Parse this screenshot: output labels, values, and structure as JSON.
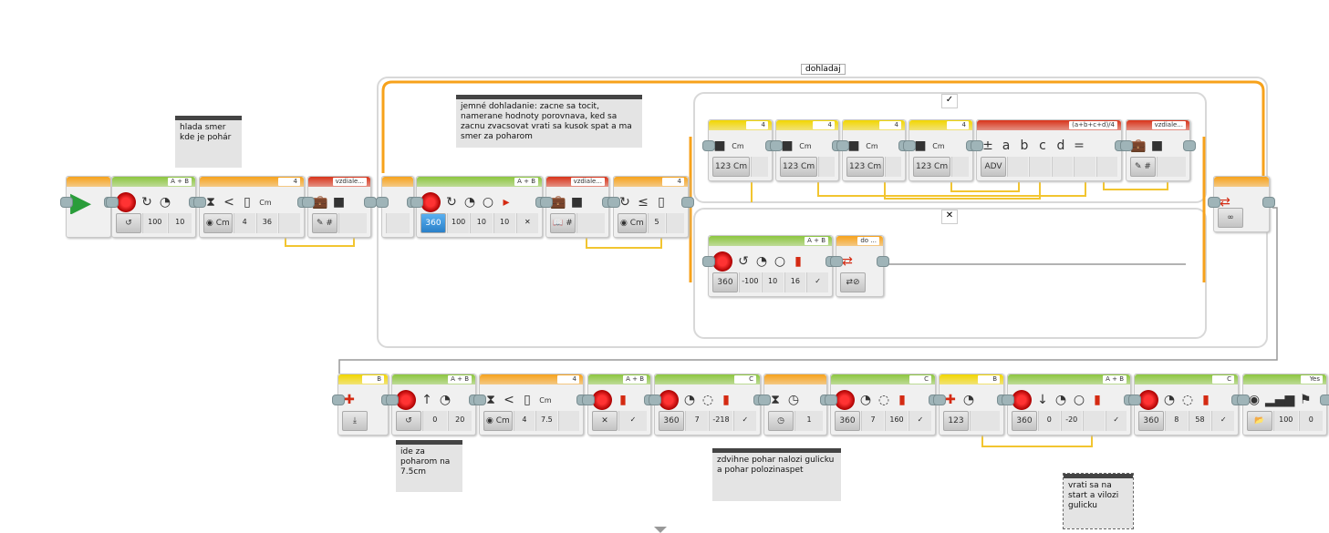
{
  "colors": {
    "action": "#8cc63f",
    "flow": "#f7a21b",
    "sensor": "#f2d600",
    "data": "#d8331a",
    "wire": "#f2c530"
  },
  "loop": {
    "label": "dohladaj",
    "end_mode": "∞"
  },
  "switch": {
    "case_true": "✓",
    "case_false": "✕"
  },
  "blocks": [
    {
      "id": "start",
      "cat": "flow",
      "header": "",
      "icons": [
        "play"
      ],
      "mode": "",
      "params": []
    },
    {
      "id": "steer1",
      "cat": "action",
      "header": "A + B",
      "icons": [
        "motor",
        "↻",
        "◔"
      ],
      "mode": "↺",
      "params": [
        "100",
        "10"
      ]
    },
    {
      "id": "wait1",
      "cat": "flow",
      "header": "4",
      "icons": [
        "⧗",
        "<",
        "▯",
        "Cm"
      ],
      "mode": "◉ Cm",
      "params": [
        "4",
        "36",
        " "
      ]
    },
    {
      "id": "var1",
      "cat": "data",
      "header": "vzdiale...",
      "icons": [
        "💼",
        "■"
      ],
      "mode": "✎ #",
      "params": [
        " "
      ]
    },
    {
      "id": "loopstart",
      "cat": "flow",
      "header": "",
      "icons": [],
      "mode": "",
      "params": [
        " "
      ]
    },
    {
      "id": "steer2",
      "cat": "action",
      "header": "A + B",
      "icons": [
        "motor",
        "↻",
        "◔",
        "○",
        "▸"
      ],
      "mode": "360",
      "modeStyle": "blue",
      "params": [
        "100",
        "10",
        "10",
        "✕"
      ]
    },
    {
      "id": "var2",
      "cat": "data",
      "header": "vzdiale...",
      "icons": [
        "💼",
        "■"
      ],
      "mode": "📖 #",
      "params": [
        " "
      ]
    },
    {
      "id": "switch1",
      "cat": "flow",
      "header": "4",
      "icons": [
        "↻",
        "≤",
        "▯"
      ],
      "mode": "◉ Cm",
      "params": [
        "5",
        " "
      ]
    },
    {
      "id": "us1",
      "cat": "sensor",
      "header": "4",
      "icons": [
        "■",
        "Cm"
      ],
      "mode": "123 Cm",
      "params": [
        " "
      ]
    },
    {
      "id": "us2",
      "cat": "sensor",
      "header": "4",
      "icons": [
        "■",
        "Cm"
      ],
      "mode": "123 Cm",
      "params": [
        " "
      ]
    },
    {
      "id": "us3",
      "cat": "sensor",
      "header": "4",
      "icons": [
        "■",
        "Cm"
      ],
      "mode": "123 Cm",
      "params": [
        " "
      ]
    },
    {
      "id": "us4",
      "cat": "sensor",
      "header": "4",
      "icons": [
        "■",
        "Cm"
      ],
      "mode": "123 Cm",
      "params": [
        " "
      ]
    },
    {
      "id": "math",
      "cat": "data",
      "header": "(a+b+c+d)/4",
      "icons": [
        "±",
        "a",
        "b",
        "c",
        "d",
        "="
      ],
      "mode": "ADV",
      "params": [
        " ",
        " ",
        " ",
        " ",
        " "
      ]
    },
    {
      "id": "var3",
      "cat": "data",
      "header": "vzdiale...",
      "icons": [
        "💼",
        "■"
      ],
      "mode": "✎ #",
      "params": [
        " "
      ]
    },
    {
      "id": "steer3",
      "cat": "action",
      "header": "A + B",
      "icons": [
        "motor",
        "↺",
        "◔",
        "○",
        "▮"
      ],
      "mode": "360",
      "params": [
        "-100",
        "10",
        "16",
        "✓"
      ]
    },
    {
      "id": "interrupt",
      "cat": "flow",
      "header": "do ...",
      "icons": [
        "⇄"
      ],
      "mode": "⇄⊘",
      "params": []
    },
    {
      "id": "loopend",
      "cat": "flow",
      "header": "",
      "icons": [
        "⇄"
      ],
      "mode": "∞",
      "params": []
    },
    {
      "id": "button",
      "cat": "sensor",
      "header": "B",
      "icons": [
        "✚"
      ],
      "mode": "⤓",
      "params": []
    },
    {
      "id": "steer4",
      "cat": "action",
      "header": "A + B",
      "icons": [
        "motor",
        "↑",
        "◔"
      ],
      "mode": "↺",
      "params": [
        "0",
        "20"
      ]
    },
    {
      "id": "wait2",
      "cat": "flow",
      "header": "4",
      "icons": [
        "⧗",
        "<",
        "▯",
        "Cm"
      ],
      "mode": "◉ Cm",
      "params": [
        "4",
        "7.5",
        " "
      ]
    },
    {
      "id": "steer5",
      "cat": "action",
      "header": "A + B",
      "icons": [
        "motor",
        "▮"
      ],
      "mode": "✕",
      "params": [
        "✓"
      ]
    },
    {
      "id": "medmotor1",
      "cat": "action",
      "header": "C",
      "icons": [
        "motor",
        "◔",
        "◌",
        "▮"
      ],
      "mode": "360",
      "params": [
        "7",
        "-218",
        "✓"
      ]
    },
    {
      "id": "wait3",
      "cat": "flow",
      "header": "",
      "icons": [
        "⧗",
        "◷"
      ],
      "mode": "◷",
      "params": [
        "1"
      ]
    },
    {
      "id": "medmotor2",
      "cat": "action",
      "header": "C",
      "icons": [
        "motor",
        "◔",
        "◌",
        "▮"
      ],
      "mode": "360",
      "params": [
        "7",
        "160",
        "✓"
      ]
    },
    {
      "id": "gyro",
      "cat": "sensor",
      "header": "B",
      "icons": [
        "✚",
        "◔"
      ],
      "mode": "123",
      "params": [
        " "
      ]
    },
    {
      "id": "steer6",
      "cat": "action",
      "header": "A + B",
      "icons": [
        "motor",
        "↓",
        "◔",
        "○",
        "▮"
      ],
      "mode": "360",
      "params": [
        "0",
        "-20",
        " ",
        "✓"
      ]
    },
    {
      "id": "medmotor3",
      "cat": "action",
      "header": "C",
      "icons": [
        "motor",
        "◔",
        "◌",
        "▮"
      ],
      "mode": "360",
      "params": [
        "8",
        "58",
        "✓"
      ]
    },
    {
      "id": "sound",
      "cat": "action",
      "header": "Yes",
      "icons": [
        "◉",
        "▂▄▆",
        "⚑"
      ],
      "mode": "📂",
      "params": [
        "100",
        "0"
      ]
    }
  ],
  "comments": [
    {
      "id": "c1",
      "text": "hlada smer kde je pohár"
    },
    {
      "id": "c2",
      "text": "jemné dohladanie: zacne sa tocit, namerane hodnoty porovnava, ked sa zacnu zvacsovat vrati sa kusok spat a ma smer za poharom"
    },
    {
      "id": "c3",
      "text": "ide za poharom na 7.5cm"
    },
    {
      "id": "c4",
      "text": "zdvihne pohar nalozi gulicku a pohar polozinaspet"
    },
    {
      "id": "c5",
      "text": "vrati sa na start a vilozi gulicku"
    }
  ]
}
